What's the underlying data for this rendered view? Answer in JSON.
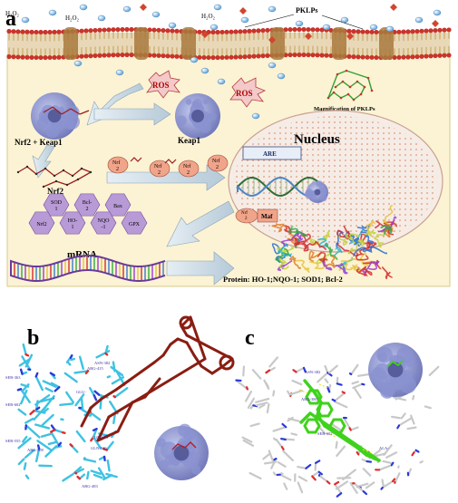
{
  "panels": {
    "a": "a",
    "b": "b",
    "c": "c"
  },
  "membrane": {
    "h2o2_labels": [
      "H₂O₂",
      "H₂O₂",
      "H₂O₂"
    ],
    "pklps_label": "PKLPs"
  },
  "cell": {
    "ros_labels": [
      "ROS",
      "ROS"
    ],
    "magnification_label": "Magnification of PKLPs",
    "complex_label": "Nrf2 + Keap1",
    "keap1_label": "Keap1",
    "nrf2_label": "Nrf2",
    "nucleus_label": "Nucleus",
    "are_label": "ARE",
    "maf_label": "Maf",
    "nrf2_token": "Nrf\n2",
    "hexagons": [
      "SOD\n1",
      "Bcl-\n2",
      "Bax",
      "Nrf2",
      "HO-\n1",
      "NQO\n-1",
      "GPX"
    ],
    "mrna_label": "mRNA",
    "protein_label": "Protein: HO-1;NQO-1; SOD1; Bcl-2"
  },
  "panel_b": {
    "residues": [
      "ASN-382",
      "SER-363",
      "SER-602",
      "GLU-",
      "ARG-415",
      "SER-555",
      "ARG-508",
      "GLU-79",
      "GLN-530",
      "ARG-483"
    ]
  },
  "panel_c": {
    "residues": [
      "ASN-382",
      "ARG-380",
      "SER-602",
      "ALA-"
    ]
  },
  "colors": {
    "cytoplasm": "#fbf3d4",
    "membrane_red": "#c8342c",
    "nucleus_fill": "#f6ece6",
    "arrow_fill": "#c9dbe6",
    "hexagon": "#b89ad6",
    "oval": "#f0a48a",
    "protein_surface": "#9aa2d8",
    "ligand_b": "#8a1d12",
    "ligand_c": "#3fd21c",
    "residue_b": "#3ec2e2"
  }
}
